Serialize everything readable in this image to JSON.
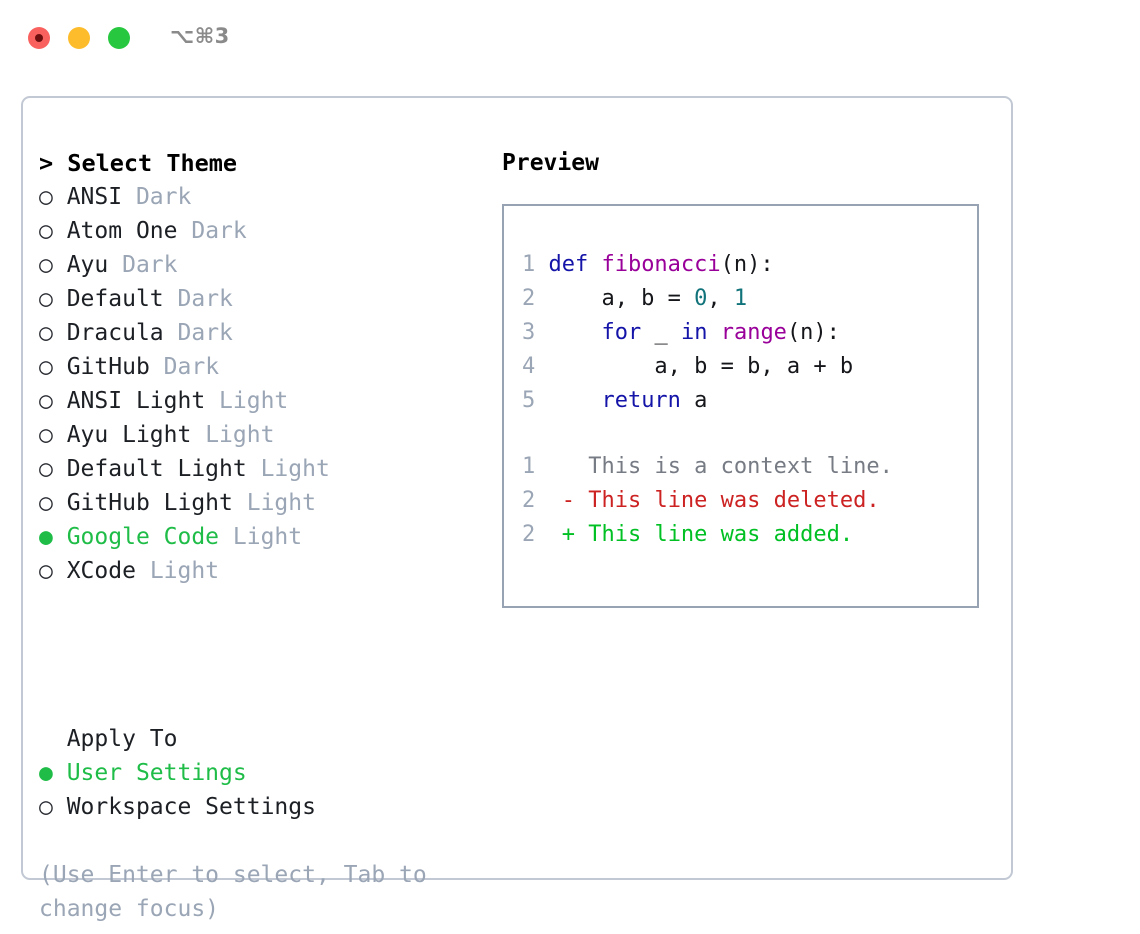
{
  "titlebar": {
    "shortcut": "⌥⌘3",
    "buttons": [
      {
        "name": "close",
        "color": "#f9615f"
      },
      {
        "name": "minimize",
        "color": "#fdbc2c"
      },
      {
        "name": "maximize",
        "color": "#27c840"
      }
    ]
  },
  "theme_picker": {
    "header": "> Select Theme",
    "selected_marker": "●",
    "unselected_marker": "○",
    "accent_color": "#1fbd48",
    "variant_color": "#9aa5b5",
    "items": [
      {
        "marker": "○",
        "name": "ANSI",
        "variant": "Dark",
        "selected": false
      },
      {
        "marker": "○",
        "name": "Atom One",
        "variant": "Dark",
        "selected": false
      },
      {
        "marker": "○",
        "name": "Ayu",
        "variant": "Dark",
        "selected": false
      },
      {
        "marker": "○",
        "name": "Default",
        "variant": "Dark",
        "selected": false
      },
      {
        "marker": "○",
        "name": "Dracula",
        "variant": "Dark",
        "selected": false
      },
      {
        "marker": "○",
        "name": "GitHub",
        "variant": "Dark",
        "selected": false
      },
      {
        "marker": "○",
        "name": "ANSI Light",
        "variant": "Light",
        "selected": false
      },
      {
        "marker": "○",
        "name": "Ayu Light",
        "variant": "Light",
        "selected": false
      },
      {
        "marker": "○",
        "name": "Default Light",
        "variant": "Light",
        "selected": false
      },
      {
        "marker": "○",
        "name": "GitHub Light",
        "variant": "Light",
        "selected": false
      },
      {
        "marker": "●",
        "name": "Google Code",
        "variant": "Light",
        "selected": true
      },
      {
        "marker": "○",
        "name": "XCode",
        "variant": "Light",
        "selected": false
      }
    ]
  },
  "apply_to": {
    "label": "Apply To",
    "items": [
      {
        "marker": "●",
        "name": "User Settings",
        "selected": true
      },
      {
        "marker": "○",
        "name": "Workspace Settings",
        "selected": false
      }
    ]
  },
  "hint": {
    "line1": "(Use Enter to select, Tab to",
    "line2": "change focus)"
  },
  "preview": {
    "title": "Preview",
    "code_lines": [
      {
        "lineno": "1",
        "tokens": [
          {
            "text": "def ",
            "kind": "kw"
          },
          {
            "text": "fibonacci",
            "kind": "fn"
          },
          {
            "text": "(n):",
            "kind": "punct"
          }
        ]
      },
      {
        "lineno": "2",
        "tokens": [
          {
            "text": "    a, b = ",
            "kind": "plain"
          },
          {
            "text": "0",
            "kind": "num"
          },
          {
            "text": ", ",
            "kind": "plain"
          },
          {
            "text": "1",
            "kind": "num"
          }
        ]
      },
      {
        "lineno": "3",
        "tokens": [
          {
            "text": "    ",
            "kind": "plain"
          },
          {
            "text": "for",
            "kind": "kw"
          },
          {
            "text": " _ ",
            "kind": "plain"
          },
          {
            "text": "in",
            "kind": "kw"
          },
          {
            "text": " ",
            "kind": "plain"
          },
          {
            "text": "range",
            "kind": "fn"
          },
          {
            "text": "(n):",
            "kind": "punct"
          }
        ]
      },
      {
        "lineno": "4",
        "tokens": [
          {
            "text": "        a, b = b, a + b",
            "kind": "plain"
          }
        ]
      },
      {
        "lineno": "5",
        "tokens": [
          {
            "text": "    ",
            "kind": "plain"
          },
          {
            "text": "return",
            "kind": "kw"
          },
          {
            "text": " a",
            "kind": "plain"
          }
        ]
      }
    ],
    "diff_lines": [
      {
        "lineno": "1",
        "marker": " ",
        "text": "This is a context line.",
        "kind": "context"
      },
      {
        "lineno": "2",
        "marker": "-",
        "text": "This line was deleted.",
        "kind": "del"
      },
      {
        "lineno": "2",
        "marker": "+",
        "text": "This line was added.",
        "kind": "add"
      }
    ]
  }
}
